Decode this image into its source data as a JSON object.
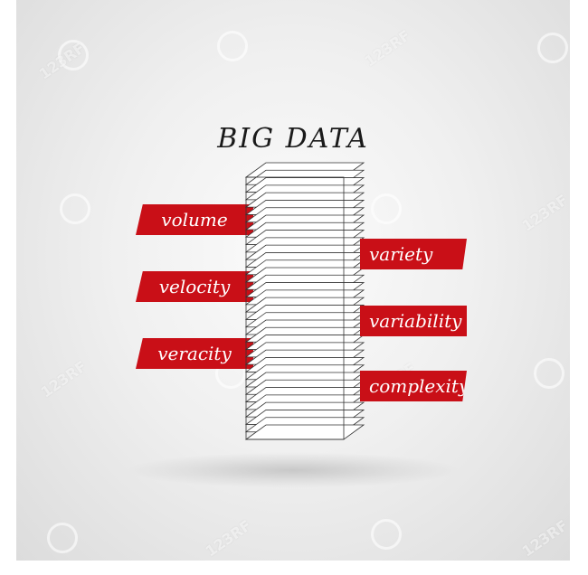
{
  "title": "BIG DATA",
  "left_labels": [
    "volume",
    "velocity",
    "veracity"
  ],
  "right_labels": [
    "variety",
    "variability",
    "complexity"
  ],
  "watermark": "123RF",
  "colors": {
    "ribbon": "#c90f17",
    "title": "#1a1a1a"
  }
}
